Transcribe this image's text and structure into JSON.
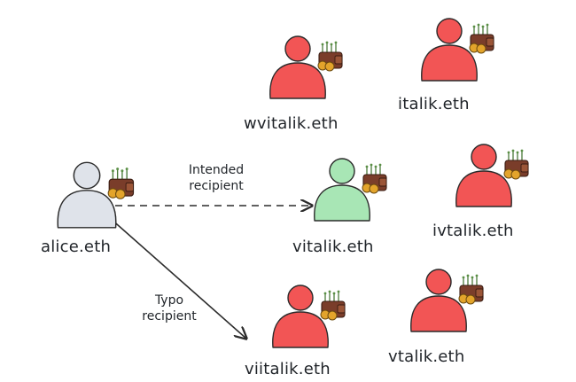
{
  "colors": {
    "sender": "#dfe3ea",
    "intended": "#a8e6b5",
    "typo": "#f25555",
    "outline": "#2b2b2b",
    "wallet": "#7a3d2a",
    "coin": "#e3a42b"
  },
  "nodes": {
    "alice": {
      "label": "alice.eth",
      "role": "sender"
    },
    "vitalik": {
      "label": "vitalik.eth",
      "role": "intended"
    },
    "wvitalik": {
      "label": "wvitalik.eth",
      "role": "typo"
    },
    "italik": {
      "label": "italik.eth",
      "role": "typo"
    },
    "ivtalik": {
      "label": "ivtalik.eth",
      "role": "typo"
    },
    "viitalik": {
      "label": "viitalik.eth",
      "role": "typo"
    },
    "vtalik": {
      "label": "vtalik.eth",
      "role": "typo"
    }
  },
  "edges": {
    "intended": {
      "line1": "Intended",
      "line2": "recipient",
      "style": "dashed"
    },
    "typo": {
      "line1": "Typo",
      "line2": "recipient",
      "style": "solid"
    }
  },
  "icons": {
    "person": "person-icon",
    "wallet": "wallet-icon"
  }
}
